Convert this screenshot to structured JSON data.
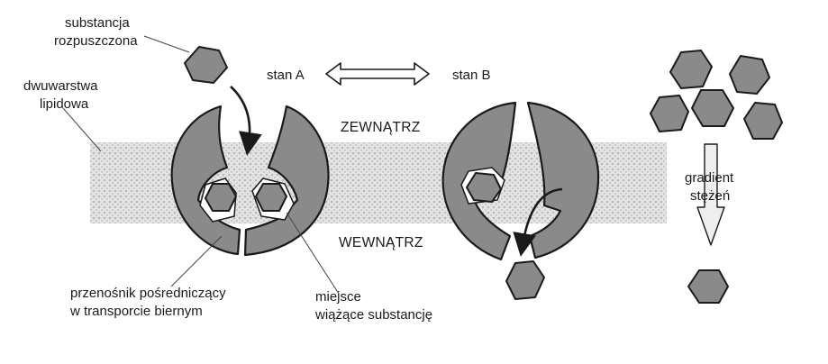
{
  "labels": {
    "solute": [
      "substancja",
      "rozpuszczona"
    ],
    "bilayer": [
      "dwuwarstwa",
      "lipidowa"
    ],
    "state_a": "stan A",
    "state_b": "stan B",
    "outside": "ZEWNĄTRZ",
    "inside": "WEWNĄTRZ",
    "gradient": [
      "gradient",
      "stężeń"
    ],
    "carrier": [
      "przenośnik pośredniczący",
      "w transporcie biernym"
    ],
    "binding_site": [
      "miejsce",
      "wiążące substancję"
    ]
  },
  "colors": {
    "protein": "#8a8a8a",
    "outline": "#1a1a1a",
    "membrane": "#dcdcdc",
    "background": "#ffffff"
  },
  "icons": {
    "state_arrow": "double-arrow-icon",
    "gradient_arrow": "down-arrow-icon"
  }
}
